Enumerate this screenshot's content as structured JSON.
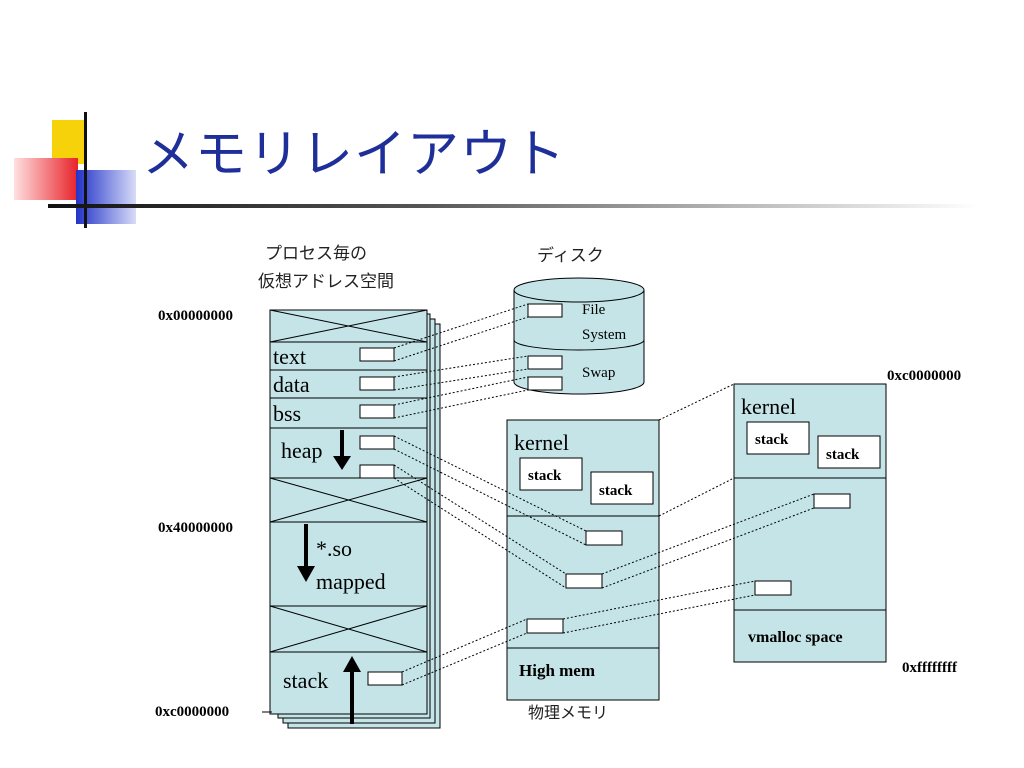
{
  "slide": {
    "title": "メモリレイアウト"
  },
  "diagram": {
    "process_space_title_line1": "プロセス毎の",
    "process_space_title_line2": "仮想アドレス空間",
    "disk_title": "ディスク",
    "physical_memory_label": "物理メモリ",
    "address_top_left": "0x00000000",
    "address_mid_left": "0x40000000",
    "address_bottom_left": "0xc0000000",
    "address_kernel_top": "0xc0000000",
    "address_kernel_bottom": "0xffffffff",
    "seg_text": "text",
    "seg_data": "data",
    "seg_bss": "bss",
    "seg_heap": "heap",
    "seg_so_line1": "*.so",
    "seg_so_line2": "mapped",
    "seg_stack": "stack",
    "disk_file_line1": "File",
    "disk_file_line2": "System",
    "disk_swap": "Swap",
    "phys_kernel": "kernel",
    "phys_stack1": "stack",
    "phys_stack2": "stack",
    "phys_highmem": "High mem",
    "kv_kernel": "kernel",
    "kv_stack1": "stack",
    "kv_stack2": "stack",
    "kv_vmalloc": "vmalloc space"
  },
  "colors": {
    "title": "#1f2f9a",
    "box_fill": "#c4e4e8",
    "logo_yellow": "#f5d20a",
    "logo_red": "#e8222a",
    "logo_blue": "#2233c8"
  }
}
